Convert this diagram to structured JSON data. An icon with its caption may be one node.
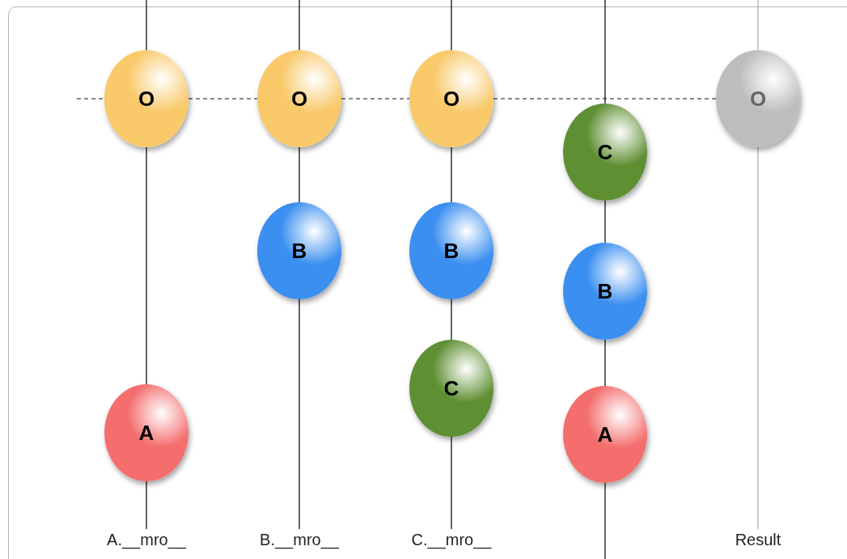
{
  "diagram": {
    "nodes": [
      {
        "text": [
          "O"
        ]
      },
      {
        "text": [
          "A"
        ]
      },
      {
        "text": [
          "A.__mro__"
        ]
      },
      {
        "text": [
          "O"
        ]
      },
      {
        "text": [
          "B"
        ]
      },
      {
        "text": [
          "B.__mro__"
        ]
      },
      {
        "text": [
          "O"
        ]
      },
      {
        "text": [
          "B"
        ]
      },
      {
        "text": [
          "C"
        ]
      },
      {
        "text": [
          "C.__mro__"
        ]
      },
      {
        "text": [
          "C"
        ]
      },
      {
        "text": [
          "B"
        ]
      },
      {
        "text": [
          "A"
        ]
      },
      {
        "text": [
          "O"
        ]
      },
      {
        "text": [
          "Result"
        ]
      }
    ],
    "edges": [
      {
        "from": null,
        "to": 0,
        "arrow": "none"
      },
      {
        "from": 0,
        "to": 1,
        "arrow": "none"
      },
      {
        "from": 1,
        "to": 2,
        "arrow": "none"
      },
      {
        "from": null,
        "to": 3,
        "arrow": "none"
      },
      {
        "from": 3,
        "to": 4,
        "arrow": "none"
      },
      {
        "from": 4,
        "to": 5,
        "arrow": "none"
      },
      {
        "from": null,
        "to": 6,
        "arrow": "none"
      },
      {
        "from": 6,
        "to": 7,
        "arrow": "none"
      },
      {
        "from": 7,
        "to": 8,
        "arrow": "none"
      },
      {
        "from": 8,
        "to": 9,
        "arrow": "none"
      },
      {
        "from": null,
        "to": 10,
        "arrow": "none"
      },
      {
        "from": 10,
        "to": 11,
        "arrow": "none"
      },
      {
        "from": 11,
        "to": 12,
        "arrow": "none"
      },
      {
        "from": 12,
        "to": null,
        "arrow": "none"
      },
      {
        "from": null,
        "to": 13,
        "arrow": "none",
        "color": "#b0b0b0"
      },
      {
        "from": 13,
        "to": 14,
        "arrow": "none",
        "color": "#b0b0b0"
      },
      {
        "from": null,
        "to": 0,
        "arrow": "none",
        "style": "dashed"
      },
      {
        "from": 0,
        "to": 3,
        "arrow": "none",
        "style": "dashed"
      },
      {
        "from": 3,
        "to": 6,
        "arrow": "none",
        "style": "dashed"
      },
      {
        "from": 6,
        "to": 13,
        "arrow": "none",
        "style": "dashed"
      }
    ]
  }
}
